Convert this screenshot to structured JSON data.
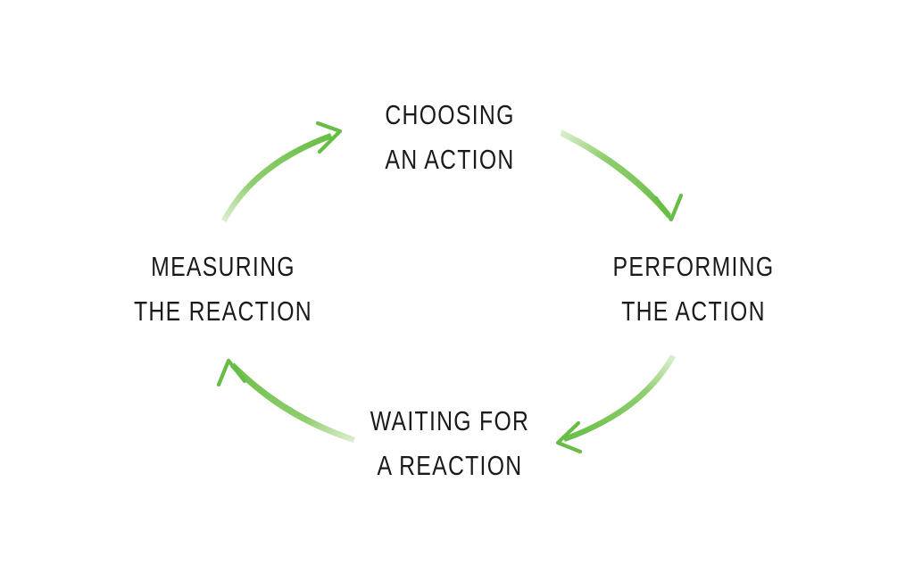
{
  "diagram": {
    "title": "Choosing an action / Performing the action / Waiting for a reaction / Measuring the reaction cycle",
    "type": "cycle",
    "direction": "clockwise",
    "background_color": "#ffffff",
    "text_color": "#1a1a1a",
    "arrow_color": "#6cbf4a",
    "nodes": [
      {
        "id": "choosing",
        "position": "top",
        "line1": "CHOOSING",
        "line2": "AN ACTION"
      },
      {
        "id": "performing",
        "position": "right",
        "line1": "PERFORMING",
        "line2": "THE ACTION"
      },
      {
        "id": "waiting",
        "position": "bottom",
        "line1": "WAITING FOR",
        "line2": "A REACTION"
      },
      {
        "id": "measuring",
        "position": "left",
        "line1": "MEASURING",
        "line2": "THE REACTION"
      }
    ],
    "arrows": [
      {
        "id": "choosing-to-performing",
        "from": "choosing",
        "to": "performing",
        "quadrant": "top-right",
        "style": "curved-tapered",
        "head": "open-chevron"
      },
      {
        "id": "performing-to-waiting",
        "from": "performing",
        "to": "waiting",
        "quadrant": "bottom-right",
        "style": "curved-tapered",
        "head": "open-chevron"
      },
      {
        "id": "waiting-to-measuring",
        "from": "waiting",
        "to": "measuring",
        "quadrant": "bottom-left",
        "style": "curved-tapered",
        "head": "open-chevron"
      },
      {
        "id": "measuring-to-choosing",
        "from": "measuring",
        "to": "choosing",
        "quadrant": "top-left",
        "style": "curved-tapered",
        "head": "open-chevron"
      }
    ]
  }
}
